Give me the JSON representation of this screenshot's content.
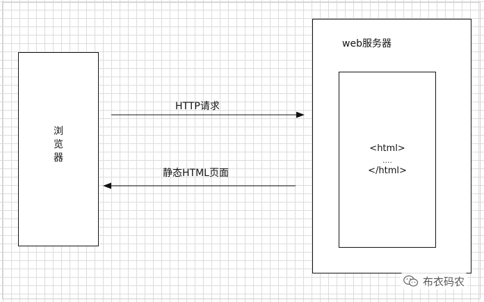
{
  "diagram": {
    "browser": {
      "label": "浏览器"
    },
    "server": {
      "title": "web服务器",
      "page": {
        "open_tag": "<html>",
        "ellipsis": "....",
        "close_tag": "</html>"
      }
    },
    "request_arrow": {
      "label": "HTTP请求",
      "direction": "browser-to-server"
    },
    "response_arrow": {
      "label": "静态HTML页面",
      "direction": "server-to-browser"
    }
  },
  "watermark": {
    "text": "布衣码农",
    "icon": "wechat-icon"
  },
  "colors": {
    "line": "#111111",
    "grid": "#dcdcdc",
    "background": "#ffffff"
  }
}
